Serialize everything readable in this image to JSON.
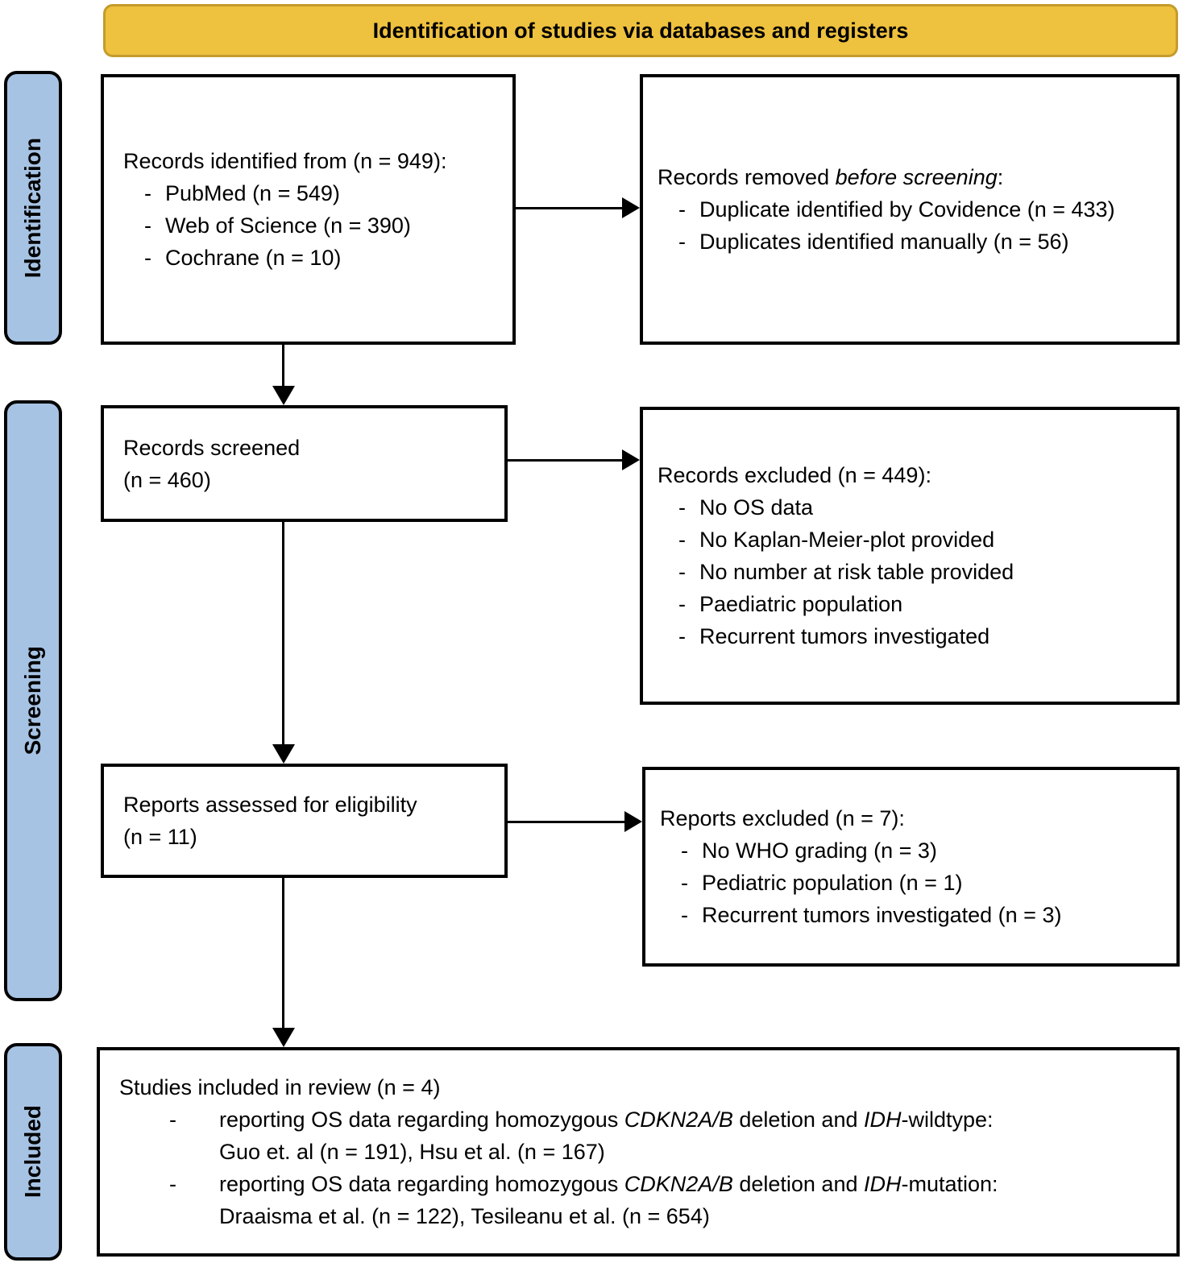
{
  "header": {
    "title": "Identification of studies via databases and registers"
  },
  "colors": {
    "banner_bg": "#eec13e",
    "banner_border": "#c49b2b",
    "stage_bg": "#a7c3e4",
    "box_border": "#000000"
  },
  "ui": {
    "bullet_char": "-"
  },
  "stages": [
    {
      "label": "Identification"
    },
    {
      "label": "Screening"
    },
    {
      "label": "Included"
    }
  ],
  "boxes": {
    "identified": {
      "title": "Records identified from (n = 949):",
      "items": [
        "PubMed (n = 549)",
        "Web of Science (n = 390)",
        "Cochrane (n = 10)"
      ]
    },
    "removed": {
      "title_parts": [
        {
          "t": "Records removed ",
          "i": false
        },
        {
          "t": "before screening",
          "i": true
        },
        {
          "t": ":",
          "i": false
        }
      ],
      "items": [
        "Duplicate identified by Covidence (n = 433)",
        "Duplicates identified manually (n = 56)"
      ]
    },
    "screened": {
      "line1": "Records screened",
      "line2": "(n = 460)"
    },
    "records_excluded": {
      "title": "Records excluded (n = 449):",
      "items": [
        "No OS data",
        "No Kaplan-Meier-plot provided",
        "No number at risk table provided",
        "Paediatric population",
        "Recurrent tumors investigated"
      ]
    },
    "assessed": {
      "line1": "Reports assessed for eligibility",
      "line2": "(n = 11)"
    },
    "reports_excluded": {
      "title": "Reports excluded (n = 7):",
      "items": [
        "No WHO grading (n = 3)",
        "Pediatric population (n = 1)",
        "Recurrent tumors investigated (n = 3)"
      ]
    },
    "included": {
      "title": "Studies included in review (n = 4)",
      "bullets": [
        {
          "parts": [
            {
              "t": "reporting OS data regarding homozygous ",
              "i": false
            },
            {
              "t": "CDKN2A/B",
              "i": true
            },
            {
              "t": " deletion and ",
              "i": false
            },
            {
              "t": "IDH",
              "i": true
            },
            {
              "t": "-wildtype:",
              "i": false
            }
          ],
          "line2": "Guo et. al (n = 191), Hsu et al. (n = 167)"
        },
        {
          "parts": [
            {
              "t": "reporting OS data regarding homozygous ",
              "i": false
            },
            {
              "t": "CDKN2A/B",
              "i": true
            },
            {
              "t": " deletion and ",
              "i": false
            },
            {
              "t": "IDH",
              "i": true
            },
            {
              "t": "-mutation:",
              "i": false
            }
          ],
          "line2": "Draaisma et al. (n = 122), Tesileanu et al. (n = 654)"
        }
      ]
    }
  }
}
